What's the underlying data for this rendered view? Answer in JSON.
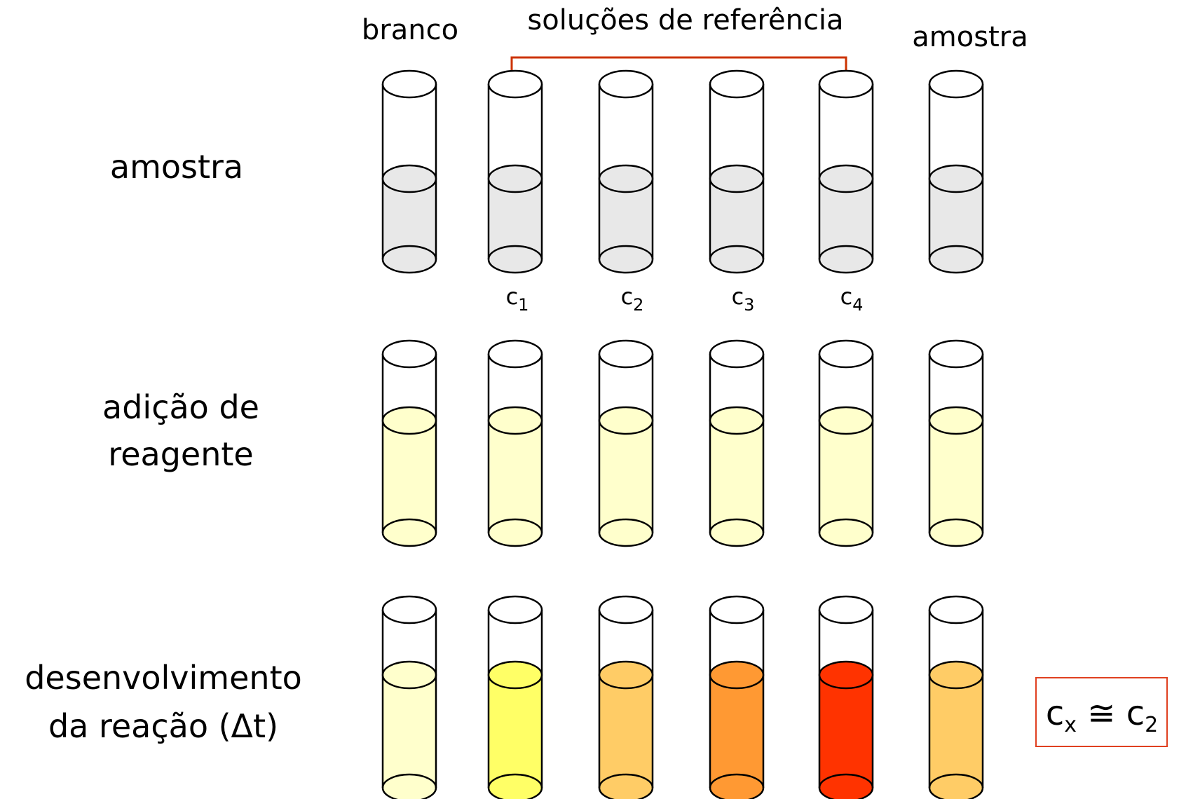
{
  "columns": {
    "branco": "branco",
    "reference_group": "soluções de referência",
    "amostra": "amostra"
  },
  "rows": [
    {
      "label_lines": [
        "amostra"
      ]
    },
    {
      "label_lines": [
        "adição de",
        "reagente"
      ]
    },
    {
      "label_lines": [
        "desenvolvimento",
        "da reação (Δt)"
      ]
    }
  ],
  "concentrations": [
    {
      "base": "c",
      "sub": "1"
    },
    {
      "base": "c",
      "sub": "2"
    },
    {
      "base": "c",
      "sub": "3"
    },
    {
      "base": "c",
      "sub": "4"
    }
  ],
  "result": {
    "base1": "c",
    "sub1": "x",
    "op": " ≅ ",
    "base2": "c",
    "sub2": "2"
  },
  "colors": {
    "outline": "#000000",
    "sample_liquid": "#e8e8e8",
    "reagent_liquid": "#ffffcc",
    "reaction_liquid": [
      "#ffffcc",
      "#ffff66",
      "#ffcc66",
      "#ff9933",
      "#ff3300",
      "#ffcc66"
    ],
    "bracket": "#cc3300",
    "result_box": "#e04020"
  }
}
